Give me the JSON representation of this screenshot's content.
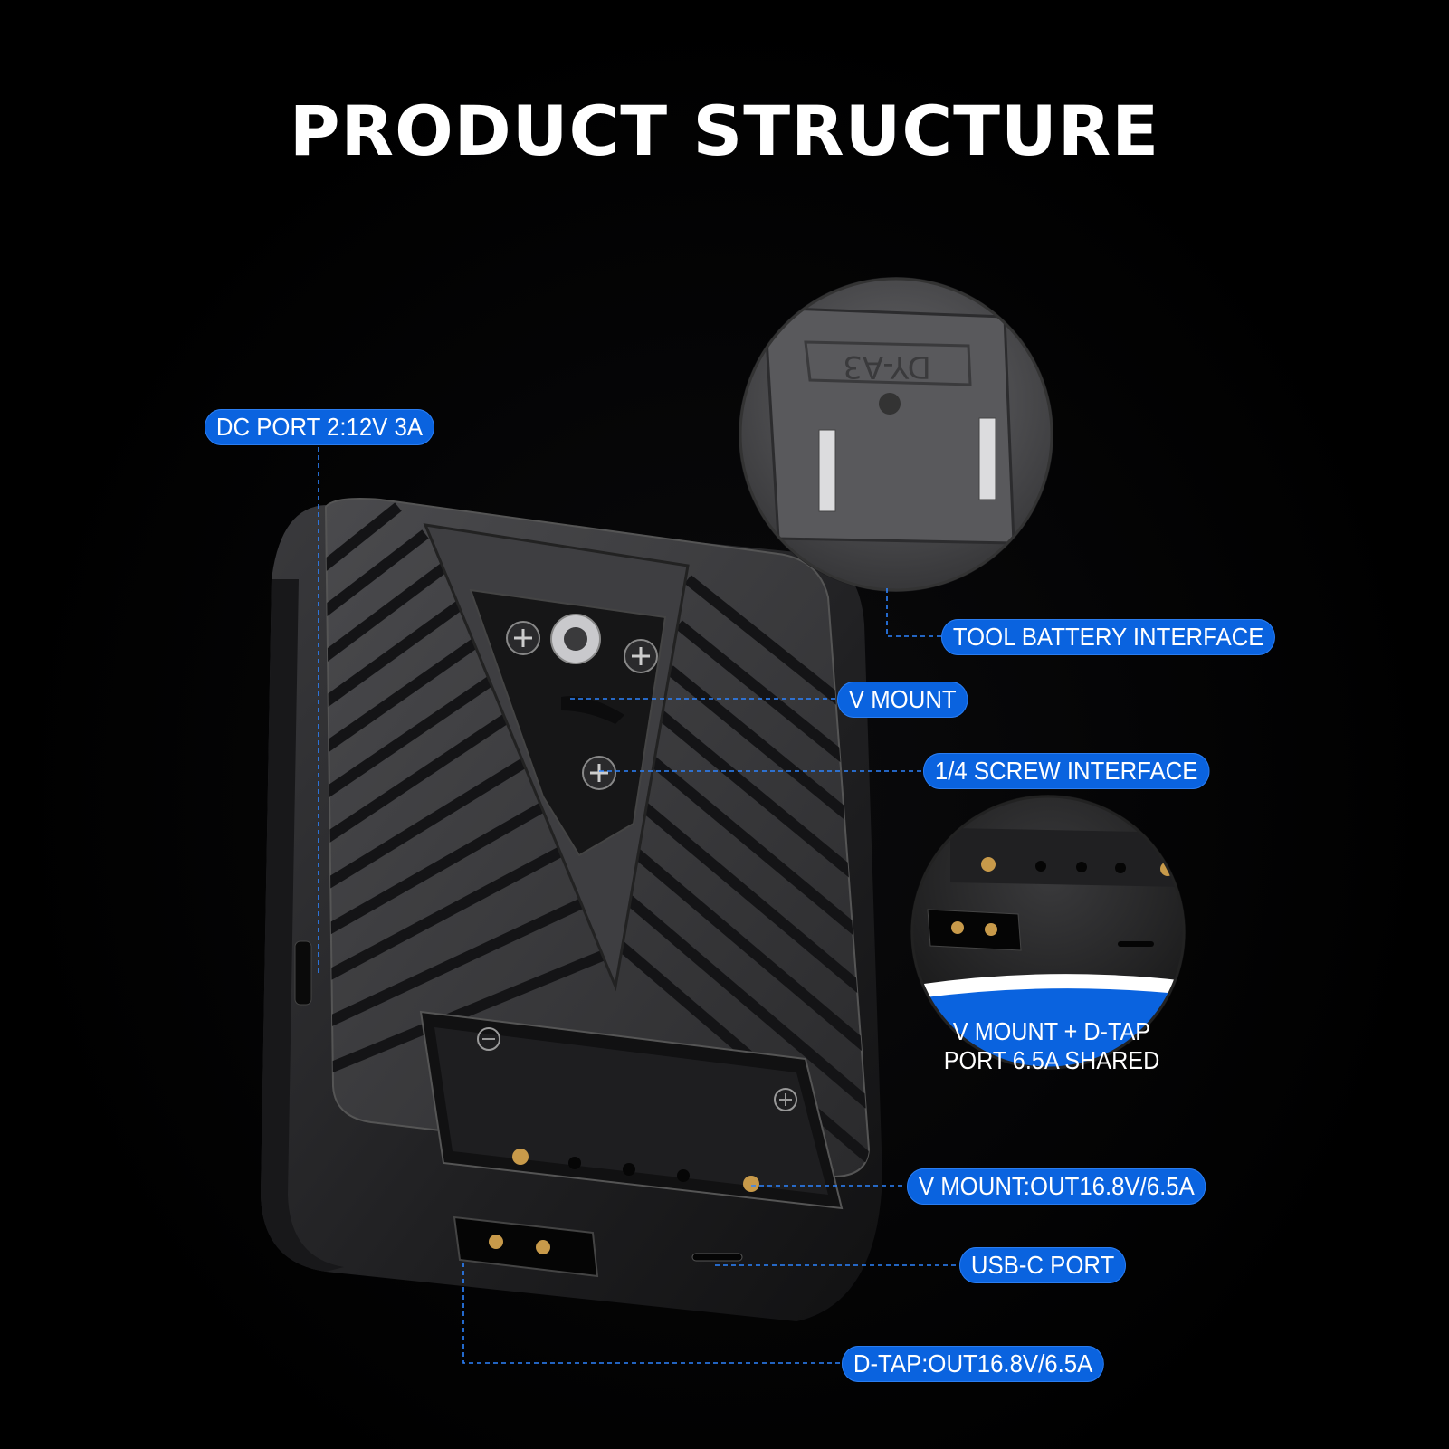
{
  "title": "PRODUCT STRUCTURE",
  "labels": {
    "dc_port": "DC PORT 2:12V 3A",
    "tool_battery": "TOOL BATTERY INTERFACE",
    "v_mount": "V MOUNT",
    "screw": "1/4 SCREW INTERFACE",
    "v_mount_out": "V MOUNT:OUT16.8V/6.5A",
    "usb_c": "USB-C PORT",
    "d_tap": "D-TAP:OUT16.8V/6.5A"
  },
  "inset_bottom": {
    "line1": "V MOUNT + D-TAP",
    "line2": "PORT 6.5A SHARED"
  },
  "inset_top": {
    "embossed": "DY-A3"
  },
  "colors": {
    "accent": "#0a63df",
    "background": "#000000"
  }
}
